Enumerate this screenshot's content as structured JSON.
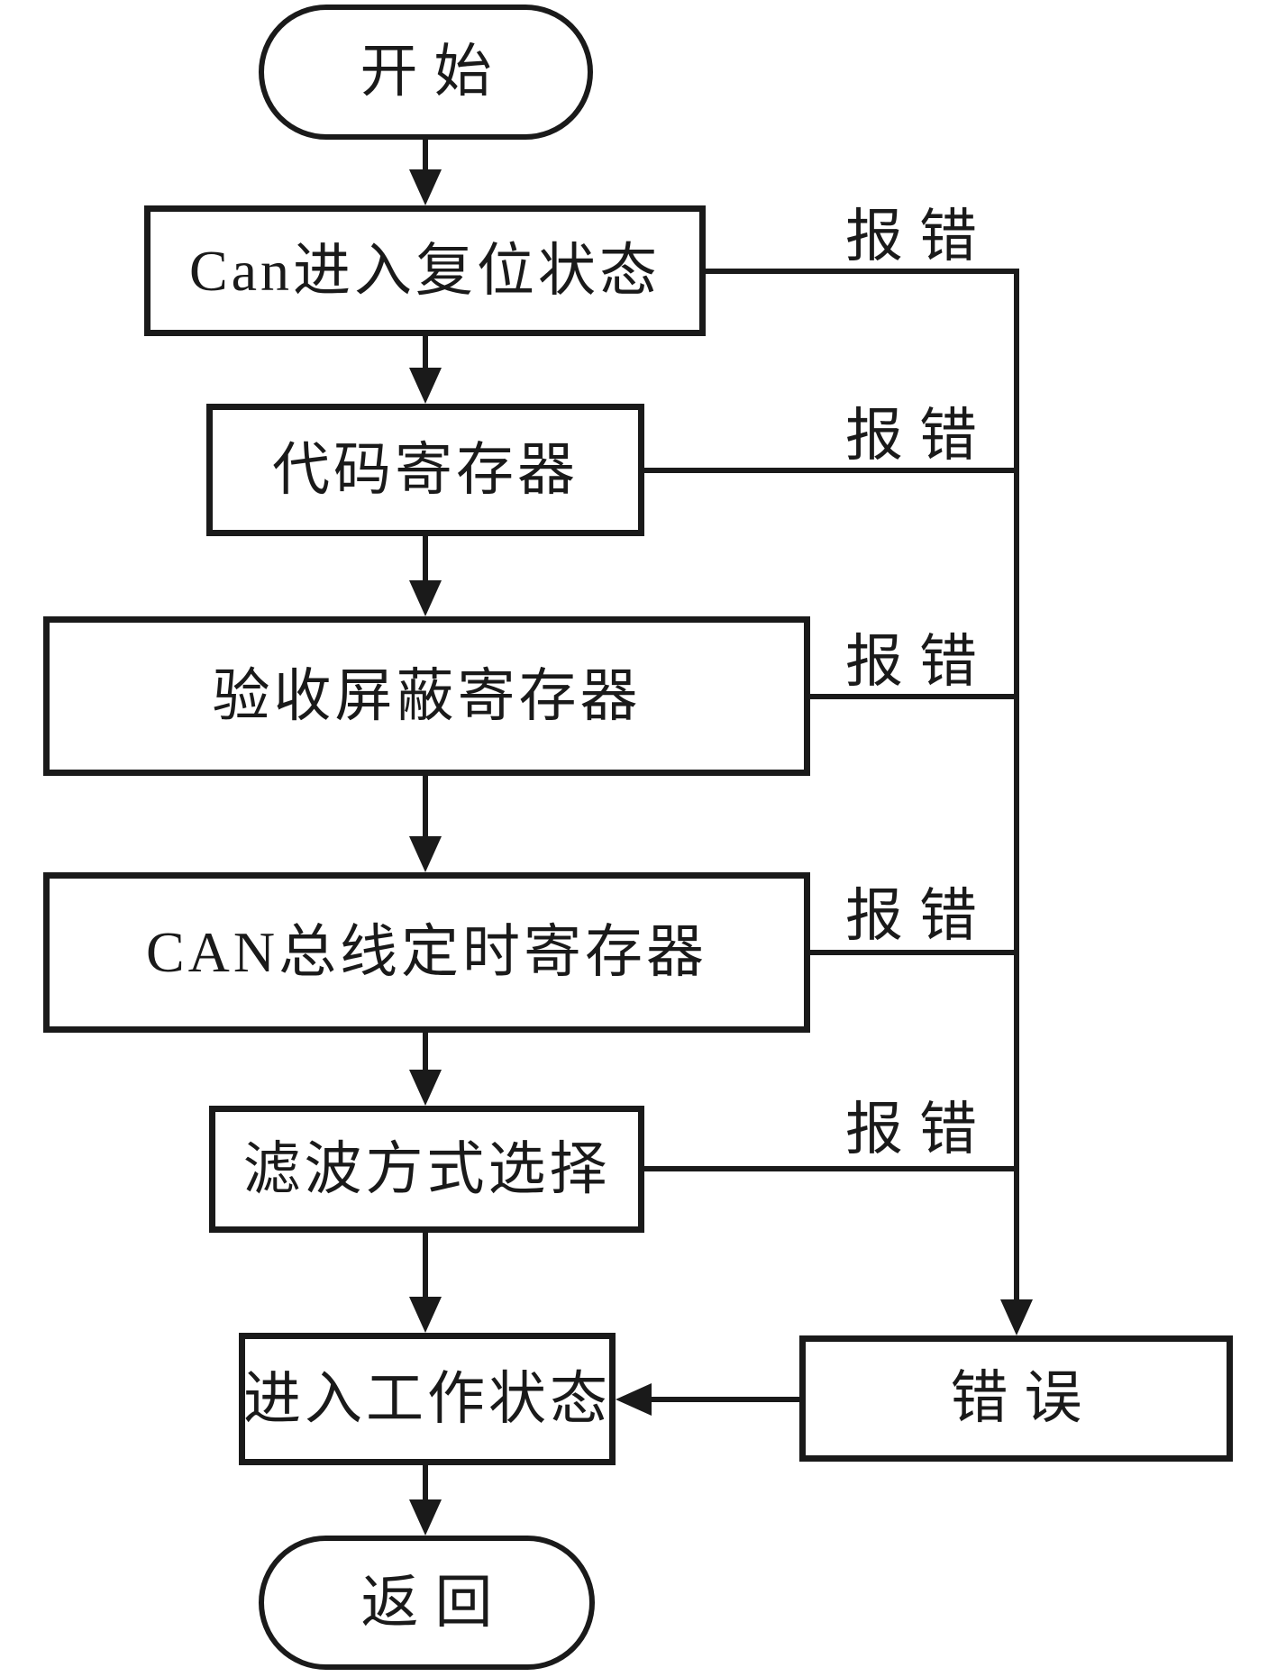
{
  "diagram": {
    "background": "#ffffff",
    "line_color": "#1a1a1a",
    "nodes": {
      "start": "开始",
      "reset": "Can进入复位状态",
      "code_register": "代码寄存器",
      "acceptance_mask_register": "验收屏蔽寄存器",
      "bus_timing_register": "CAN总线定时寄存器",
      "filter_mode_select": "滤波方式选择",
      "enter_working_state": "进入工作状态",
      "error": "错误",
      "end": "返回"
    },
    "edge_labels": [
      "报错",
      "报错",
      "报错",
      "报错",
      "报错"
    ]
  }
}
